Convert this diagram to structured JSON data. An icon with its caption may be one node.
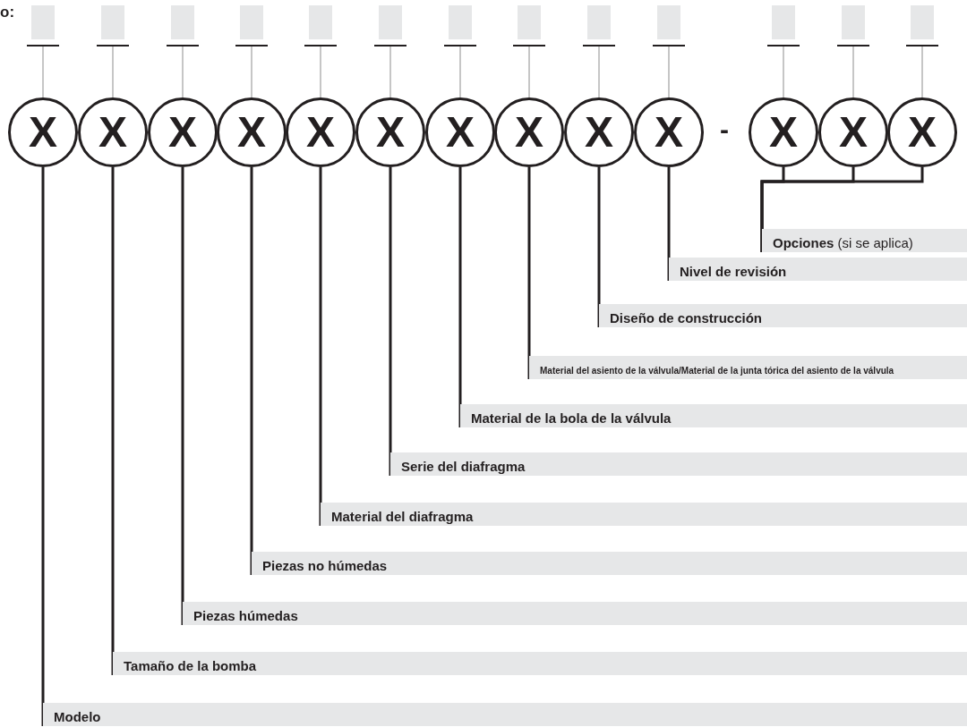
{
  "diagram": {
    "nodes": [
      {
        "text": [],
        "shape": "box"
      },
      {
        "text": [],
        "shape": "box"
      },
      {
        "text": [],
        "shape": "box"
      },
      {
        "text": [],
        "shape": "box"
      },
      {
        "text": [],
        "shape": "box"
      },
      {
        "text": [],
        "shape": "box"
      },
      {
        "text": [],
        "shape": "box"
      },
      {
        "text": [],
        "shape": "box"
      },
      {
        "text": [],
        "shape": "box"
      },
      {
        "text": [],
        "shape": "box"
      },
      {
        "text": [],
        "shape": "box"
      },
      {
        "text": [],
        "shape": "box"
      },
      {
        "text": [],
        "shape": "box"
      },
      {
        "text": [
          "X"
        ]
      },
      {
        "text": [
          "X"
        ]
      },
      {
        "text": [
          "X"
        ]
      },
      {
        "text": [
          "X"
        ]
      },
      {
        "text": [
          "X"
        ]
      },
      {
        "text": [
          "X"
        ]
      },
      {
        "text": [
          "X"
        ]
      },
      {
        "text": [
          "X"
        ]
      },
      {
        "text": [
          "X"
        ]
      },
      {
        "text": [
          "X"
        ]
      },
      {
        "text": [
          "X"
        ]
      },
      {
        "text": [
          "X"
        ]
      },
      {
        "text": [
          "X"
        ]
      },
      {
        "text": [
          "**Opciones** (si se aplica)"
        ]
      },
      {
        "text": [
          "Nivel de revisión"
        ]
      },
      {
        "text": [
          "Diseño de construcción"
        ]
      },
      {
        "text": [
          "Material del asiento de la válvula/Material de la junta tórica del asiento de la válvula"
        ]
      },
      {
        "text": [
          "Material de la bola de la válvula"
        ]
      },
      {
        "text": [
          "Serie del diafragma"
        ]
      },
      {
        "text": [
          "Material del diafragma"
        ]
      },
      {
        "text": [
          "Piezas no húmedas"
        ]
      },
      {
        "text": [
          "Piezas húmedas"
        ]
      },
      {
        "text": [
          "Tamaño de la bomba"
        ]
      },
      {
        "text": [
          "Modelo"
        ]
      }
    ],
    "edges": [
      {
        "from": 0,
        "to": 13,
        "arrow": "none",
        "color": "#a0a0a0"
      },
      {
        "from": 1,
        "to": 14,
        "arrow": "none",
        "color": "#a0a0a0"
      },
      {
        "from": 2,
        "to": 15,
        "arrow": "none",
        "color": "#a0a0a0"
      },
      {
        "from": 3,
        "to": 16,
        "arrow": "none",
        "color": "#a0a0a0"
      },
      {
        "from": 4,
        "to": 17,
        "arrow": "none",
        "color": "#a0a0a0"
      },
      {
        "from": 5,
        "to": 18,
        "arrow": "none",
        "color": "#a0a0a0"
      },
      {
        "from": 6,
        "to": 19,
        "arrow": "none",
        "color": "#a0a0a0"
      },
      {
        "from": 7,
        "to": 20,
        "arrow": "none",
        "color": "#a0a0a0"
      },
      {
        "from": 8,
        "to": 21,
        "arrow": "none",
        "color": "#a0a0a0"
      },
      {
        "from": 9,
        "to": 22,
        "arrow": "none",
        "color": "#a0a0a0"
      },
      {
        "from": 10,
        "to": 23,
        "arrow": "none",
        "color": "#a0a0a0"
      },
      {
        "from": 11,
        "to": 24,
        "arrow": "none",
        "color": "#a0a0a0"
      },
      {
        "from": 12,
        "to": 25,
        "arrow": "none",
        "color": "#a0a0a0"
      },
      {
        "from": 13,
        "to": 36,
        "arrow": "none",
        "style": "thick",
        "color": "#231f20"
      },
      {
        "from": 14,
        "to": 35,
        "arrow": "none",
        "style": "thick",
        "color": "#231f20"
      },
      {
        "from": 15,
        "to": 34,
        "arrow": "none",
        "style": "thick",
        "color": "#231f20"
      },
      {
        "from": 16,
        "to": 33,
        "arrow": "none",
        "style": "thick",
        "color": "#231f20"
      },
      {
        "from": 17,
        "to": 32,
        "arrow": "none",
        "style": "thick",
        "color": "#231f20"
      },
      {
        "from": 18,
        "to": 31,
        "arrow": "none",
        "style": "thick",
        "color": "#231f20"
      },
      {
        "from": 19,
        "to": 30,
        "arrow": "none",
        "style": "thick",
        "color": "#231f20"
      },
      {
        "from": 20,
        "to": 29,
        "arrow": "none",
        "style": "thick",
        "color": "#231f20"
      },
      {
        "from": 21,
        "to": 28,
        "arrow": "none",
        "style": "thick",
        "color": "#231f20"
      },
      {
        "from": 22,
        "to": 27,
        "arrow": "none",
        "style": "thick",
        "color": "#231f20"
      },
      {
        "from": 23,
        "to": 26,
        "arrow": "none",
        "style": "thick",
        "color": "#231f20"
      },
      {
        "from": 24,
        "to": 26,
        "arrow": "none",
        "style": "thick",
        "color": "#231f20"
      },
      {
        "from": 25,
        "to": 26,
        "arrow": "none",
        "style": "thick",
        "color": "#231f20"
      }
    ],
    "labels": [
      "o:",
      "-"
    ]
  }
}
